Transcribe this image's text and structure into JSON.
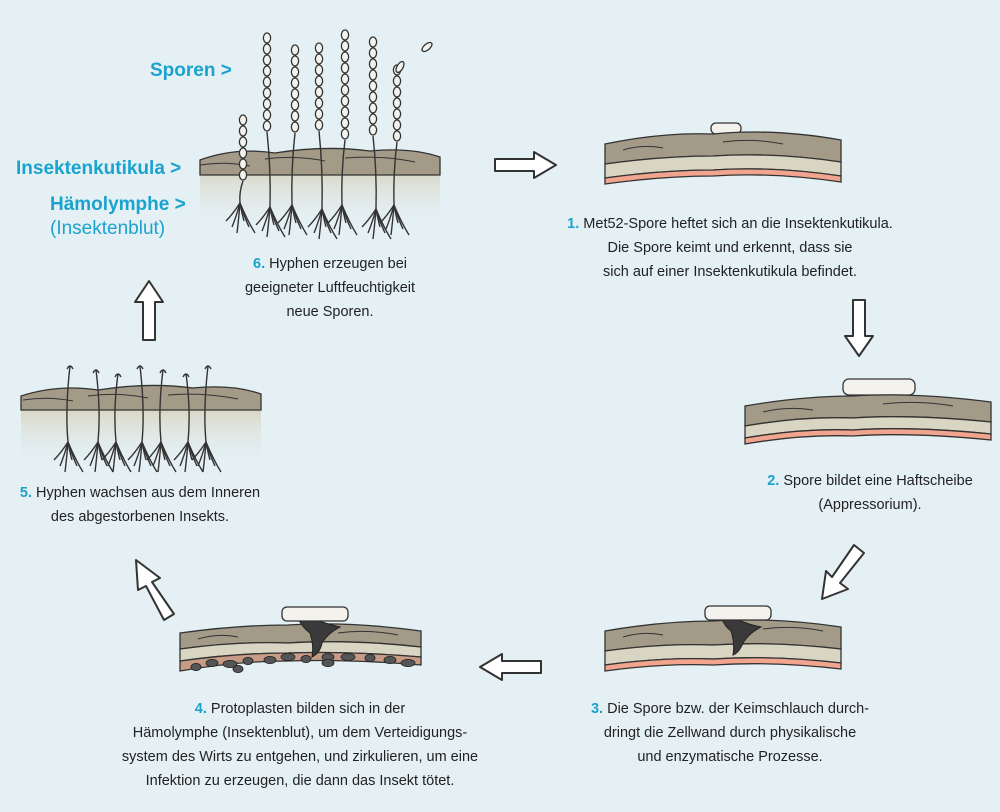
{
  "labels": {
    "sporen": "Sporen >",
    "kutikula": "Insektenkutikula >",
    "haemolymphe": "Hämolymphe >",
    "insektenblut": "(Insektenblut)"
  },
  "steps": [
    {
      "num": "1.",
      "lines": [
        "Met52-Spore heftet sich an die Insektenkutikula.",
        "Die Spore keimt und erkennt, dass sie",
        "sich auf einer Insektenkutikula befindet."
      ]
    },
    {
      "num": "2.",
      "lines": [
        "Spore bildet eine Haftscheibe",
        "(Appressorium)."
      ]
    },
    {
      "num": "3.",
      "lines": [
        "Die Spore bzw. der Keimschlauch durch-",
        "dringt die Zellwand durch physikalische",
        "und enzymatische Prozesse."
      ]
    },
    {
      "num": "4.",
      "lines": [
        "Protoplasten bilden sich in der",
        "Hämolymphe (Insektenblut), um dem Verteidigungs-",
        "system des Wirts zu entgehen, und zirkulieren, um eine",
        "Infektion zu erzeugen, die dann das Insekt tötet."
      ]
    },
    {
      "num": "5.",
      "lines": [
        "Hyphen wachsen aus dem Inneren",
        "des abgestorbenen Insekts."
      ]
    },
    {
      "num": "6.",
      "lines": [
        "Hyphen erzeugen bei",
        "geeigneter Luftfeuchtigkeit",
        "neue Sporen."
      ]
    }
  ],
  "colors": {
    "accent": "#1aa3cf",
    "background": "#e4f0f4",
    "cuticle_top": "#a39a88",
    "cuticle_light": "#d8d5c2",
    "haemolymph": "#f2a58e",
    "spore": "#f4f2ec",
    "dark": "#3a3a3a"
  }
}
